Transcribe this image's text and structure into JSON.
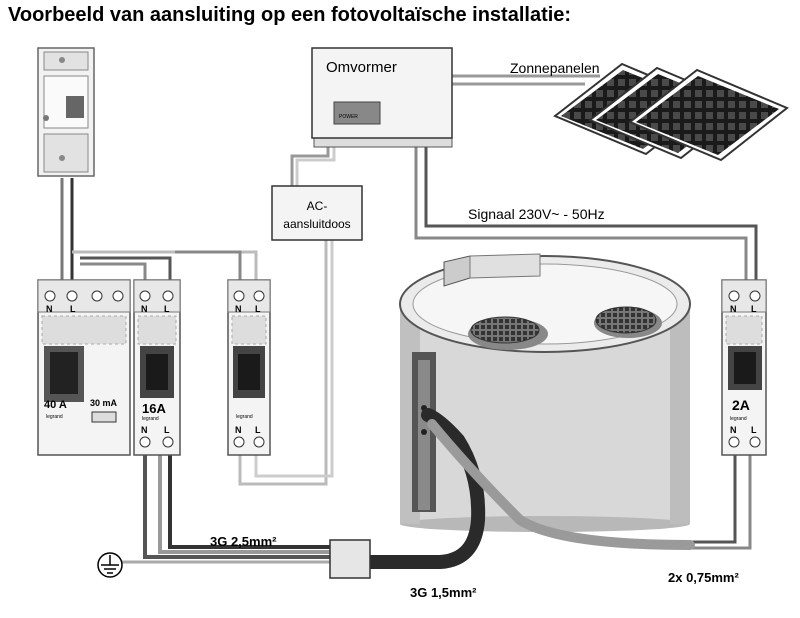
{
  "title": "Voorbeeld van aansluiting op een fotovoltaïsche installatie:",
  "inverter": {
    "label": "Omvormer",
    "display_text": "POWER"
  },
  "solar_panels": {
    "label": "Zonnepanelen"
  },
  "ac_box": {
    "line1": "AC-",
    "line2": "aansluitdoos"
  },
  "signal": {
    "label": "Signaal 230V~ - 50Hz"
  },
  "breaker_rcd": {
    "terminals_top": [
      "N",
      "L"
    ],
    "rating": "40 A",
    "sensitivity": "30 mA",
    "brand": "legrand"
  },
  "breaker_16a": {
    "terminals_top": [
      "N",
      "L"
    ],
    "rating": "16A",
    "terminals_bottom": [
      "N",
      "L"
    ],
    "brand": "legrand"
  },
  "breaker_ac": {
    "terminals_top": [
      "N",
      "L"
    ],
    "terminals_bottom": [
      "N",
      "L"
    ],
    "brand": "legrand"
  },
  "breaker_2a": {
    "terminals_top": [
      "N",
      "L"
    ],
    "rating": "2A",
    "terminals_bottom": [
      "N",
      "L"
    ],
    "brand": "legrand"
  },
  "cables": {
    "main": "3G 2,5mm²",
    "heater": "3G 1,5mm²",
    "signal": "2x 0,75mm²"
  },
  "icons": {
    "ground": "ground-icon"
  }
}
